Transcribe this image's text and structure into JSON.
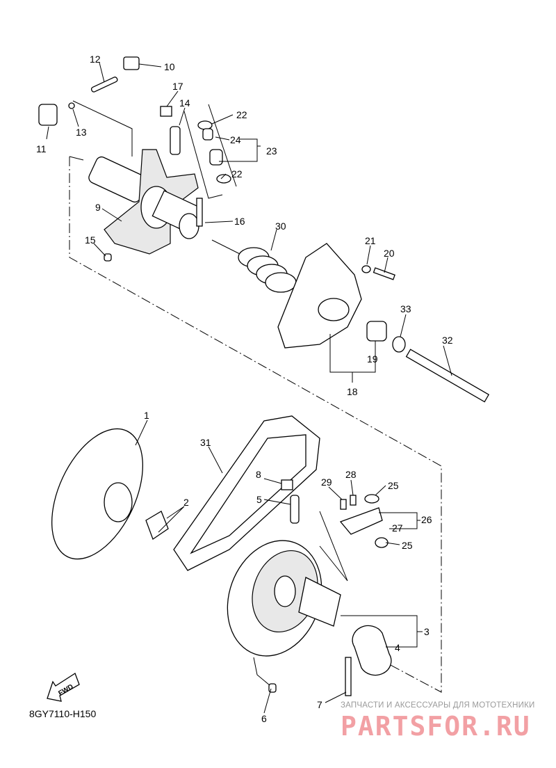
{
  "diagram_code": "8GY7110-H150",
  "fwd_label": "FWD",
  "watermark": {
    "tagline": "ЗАПЧАСТИ И АКСЕССУАРЫ ДЛЯ МОТОТЕХНИКИ",
    "brand": "PARTSFOR.RU"
  },
  "callouts": [
    "12",
    "10",
    "17",
    "14",
    "22",
    "24",
    "23",
    "22",
    "11",
    "13",
    "9",
    "16",
    "30",
    "15",
    "21",
    "20",
    "33",
    "32",
    "19",
    "18",
    "1",
    "31",
    "2",
    "8",
    "5",
    "29",
    "28",
    "25",
    "26",
    "27",
    "25",
    "3",
    "4",
    "7",
    "6"
  ]
}
